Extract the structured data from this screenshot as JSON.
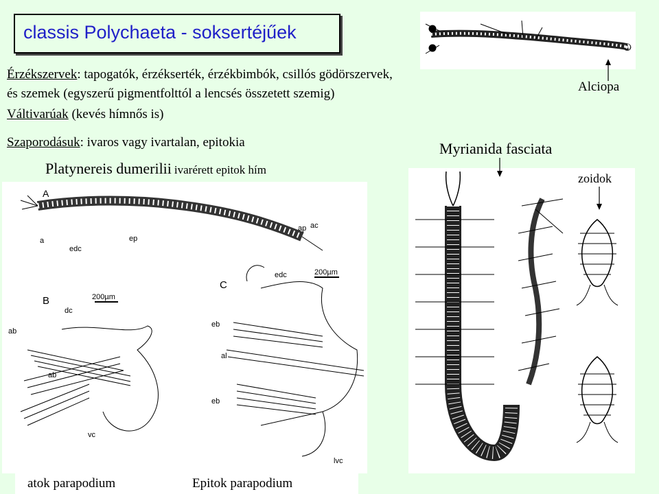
{
  "title": "classis Polychaeta - soksertéjűek",
  "senses": {
    "label": "Érzékszervek",
    "rest": ": tapogatók, érzékserték, érzékbimbók, csillós gödörszervek,",
    "line2": "és szemek (egyszerű pigmentfolttól a lencsés összetett szemig)"
  },
  "sex": {
    "label": "Váltivarúak",
    "rest": " (kevés hímnős is)"
  },
  "reproduction": {
    "label": "Szaporodásuk",
    "rest": ": ivaros vagy ivartalan, epitokia"
  },
  "species": {
    "name": "Platynereis dumerilii",
    "note": "ivarérett epitok hím"
  },
  "right": {
    "alciopa": "Alciopa",
    "myrianida": "Myrianida fasciata",
    "zoidok": "zoidok"
  },
  "figure_labels": {
    "a_panel": "A",
    "a": "a",
    "edc": "edc",
    "ep": "ep",
    "ap": "ap",
    "ac": "ac",
    "b_panel": "B",
    "dc": "dc",
    "ab": "ab",
    "ab2": "ab",
    "vc": "vc",
    "scale_b": "200µm",
    "c_panel": "C",
    "edc_c": "edc",
    "scale_c": "200µm",
    "eb": "eb",
    "al": "al",
    "eb2": "eb",
    "lvc": "lvc"
  },
  "footer": {
    "atok": "atok parapodium",
    "epitok": "Epitok parapodium"
  }
}
